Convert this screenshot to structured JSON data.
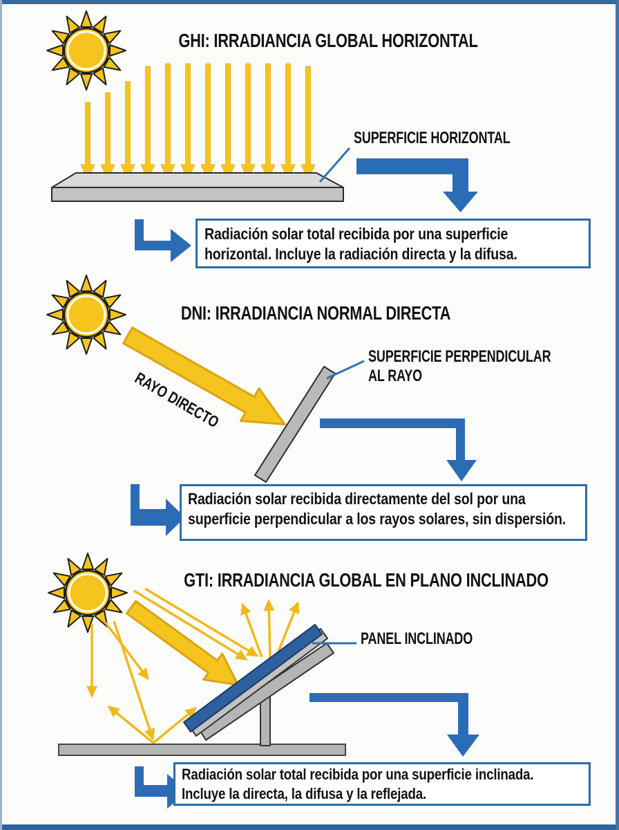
{
  "palette": {
    "flow_blue": "#2c6cb5",
    "box_border_blue": "#2e6da4",
    "pointer_blue": "#2e75b6",
    "sun_yellow": "#f5c41e",
    "ray_outline_gold": "#d9a414",
    "surface_gray": "#dadada",
    "panel_blue": "#2e5f9e",
    "ink": "#121212"
  },
  "sections": [
    {
      "id": "ghi",
      "title": "GHI: IRRADIANCIA GLOBAL HORIZONTAL",
      "surface_label": "SUPERFICIE HORIZONTAL",
      "description": "Radiación solar total recibida por una superficie\nhorizontal. Incluye la radiación directa y la difusa."
    },
    {
      "id": "dni",
      "title": "DNI: IRRADIANCIA NORMAL DIRECTA",
      "ray_label": "RAYO DIRECTO",
      "surface_label": "SUPERFICIE PERPENDICULAR\nAL RAYO",
      "description": "Radiación solar recibida directamente del sol por una\nsuperficie perpendicular a los rayos solares, sin dispersión."
    },
    {
      "id": "gti",
      "title": "GTI: IRRADIANCIA GLOBAL EN PLANO INCLINADO",
      "surface_label": "PANEL INCLINADO",
      "description": "Radiación solar total recibida por una superficie inclinada.\nIncluye la directa, la difusa y la reflejada."
    }
  ]
}
